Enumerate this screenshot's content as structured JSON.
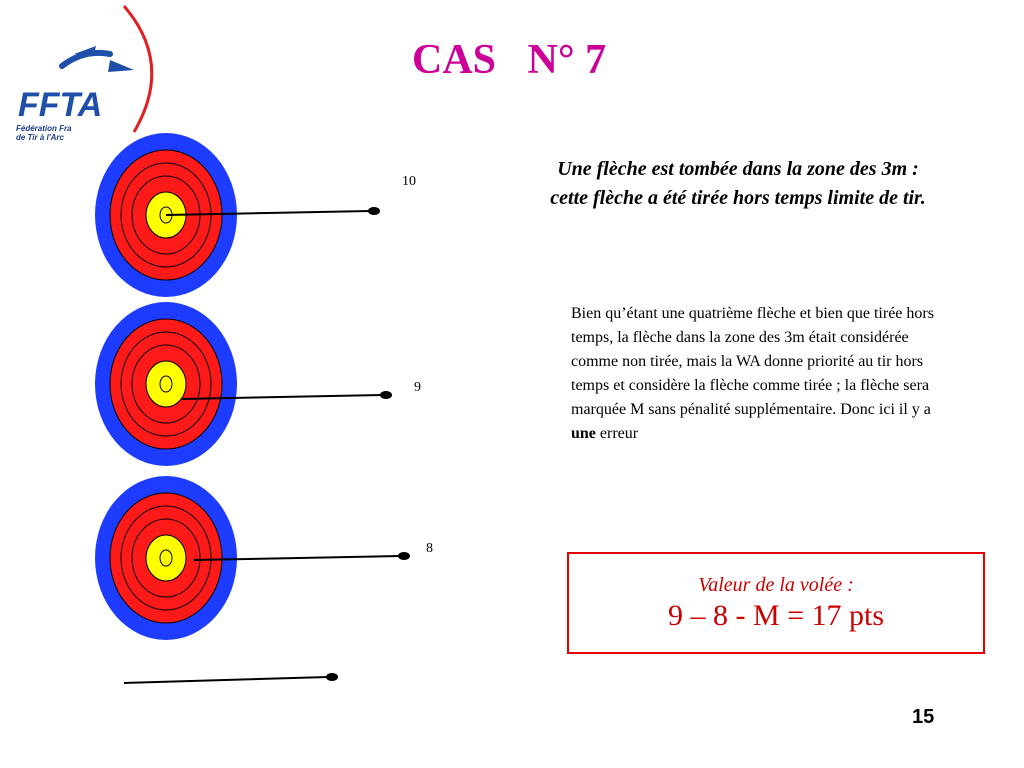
{
  "logo": {
    "acronym": "FFTA",
    "line1": "Fédération Fra",
    "line2": "de Tir à l'Arc",
    "colors": {
      "blue": "#1f4fa8",
      "red": "#e02020"
    }
  },
  "title": "CAS   N° 7",
  "targets": [
    {
      "score": "10"
    },
    {
      "score": "9"
    },
    {
      "score": "8"
    }
  ],
  "heading": "Une flèche est tombée dans la zone des 3m : cette flèche a été tirée hors temps limite de tir.",
  "body": {
    "text_before": "Bien qu’étant une quatrième flèche et bien que tirée hors temps, la flèche dans la zone des 3m était considérée comme non tirée, mais la WA donne priorité au tir hors temps et considère la flèche comme tirée ; la flèche sera marquée M sans pénalité supplémentaire.    Donc ici il y a ",
    "emphasis": "une",
    "text_after": " erreur"
  },
  "result": {
    "label": "Valeur de la volée :",
    "value": "9 – 8 - M = 17 pts"
  },
  "page_number": "15",
  "colors": {
    "title": "#cc0099",
    "target_blue": "#1e3cff",
    "target_red": "#ff1a1a",
    "target_yellow": "#ffff00",
    "result": "#cc0000"
  }
}
